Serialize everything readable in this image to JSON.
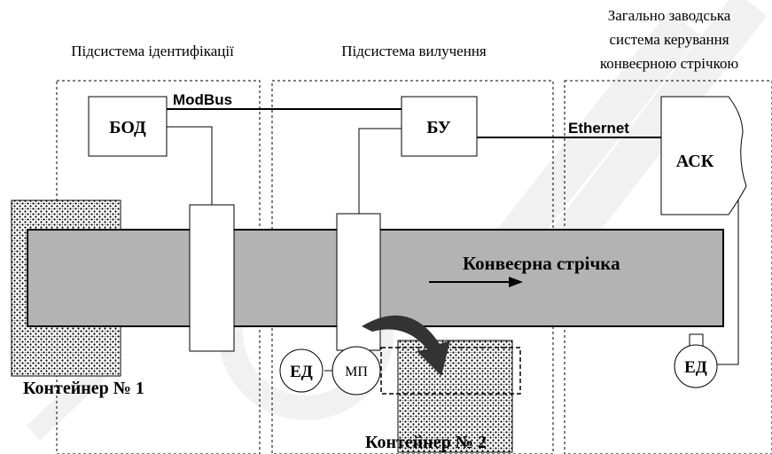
{
  "subsystems": {
    "identification": "Підсистема ідентифікації",
    "extraction": "Підсистема вилучення",
    "factory_line1": "Загально заводська",
    "factory_line2": "система керування",
    "factory_line3": "конвеєрною стрічкою"
  },
  "blocks": {
    "bod": "БОД",
    "bu": "БУ",
    "ask": "АСК",
    "mp": "МП",
    "ed_left": "ЕД",
    "ed_right": "ЕД"
  },
  "links": {
    "modbus": "ModBus",
    "ethernet": "Ethernet"
  },
  "conveyor": {
    "label": "Конвеєрна стрічка"
  },
  "containers": {
    "container1": "Контейнер № 1",
    "container2": "Контейнер № 2"
  },
  "colors": {
    "belt": "#b3b3b3",
    "stroke": "#000000",
    "watermark": "#e9e9e9"
  }
}
